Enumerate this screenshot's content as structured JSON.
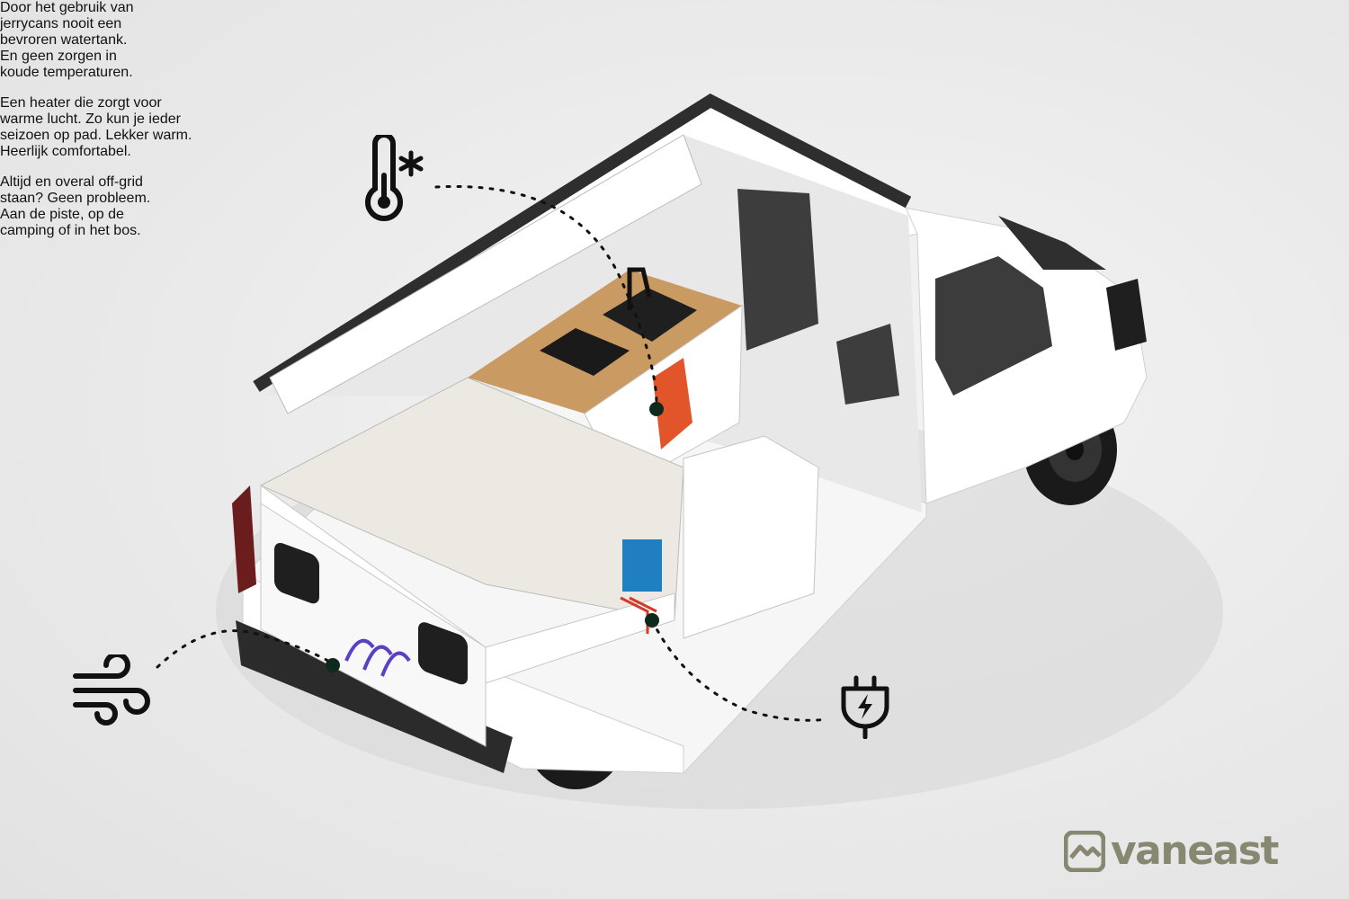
{
  "callouts": {
    "cold": {
      "icon": "thermometer-snowflake-icon",
      "lines": [
        "Door het gebruik van",
        "jerrycans nooit een",
        "bevroren watertank.",
        "En geen zorgen in",
        "koude temperaturen."
      ]
    },
    "heater": {
      "icon": "wind-icon",
      "lines": [
        "Een heater die zorgt voor",
        "warme lucht. Zo kun je ieder",
        "seizoen op pad. Lekker warm.",
        "Heerlijk comfortabel."
      ]
    },
    "offgrid": {
      "icon": "plug-lightning-icon",
      "lines": [
        "Altijd en overal off-grid",
        "staan? Geen probleem.",
        "Aan de piste, op de",
        "camping of in het bos."
      ]
    }
  },
  "brand": {
    "name": "vaneast",
    "icon": "mountain-logo-icon",
    "color": "#878772"
  },
  "colors": {
    "text": "#111111",
    "marker": "#0e2a1c",
    "jerrycan": "#e2542a",
    "water_heater": "#1f7fc0",
    "heater_air": "#5b3fc4",
    "wood": "#c99a62"
  }
}
